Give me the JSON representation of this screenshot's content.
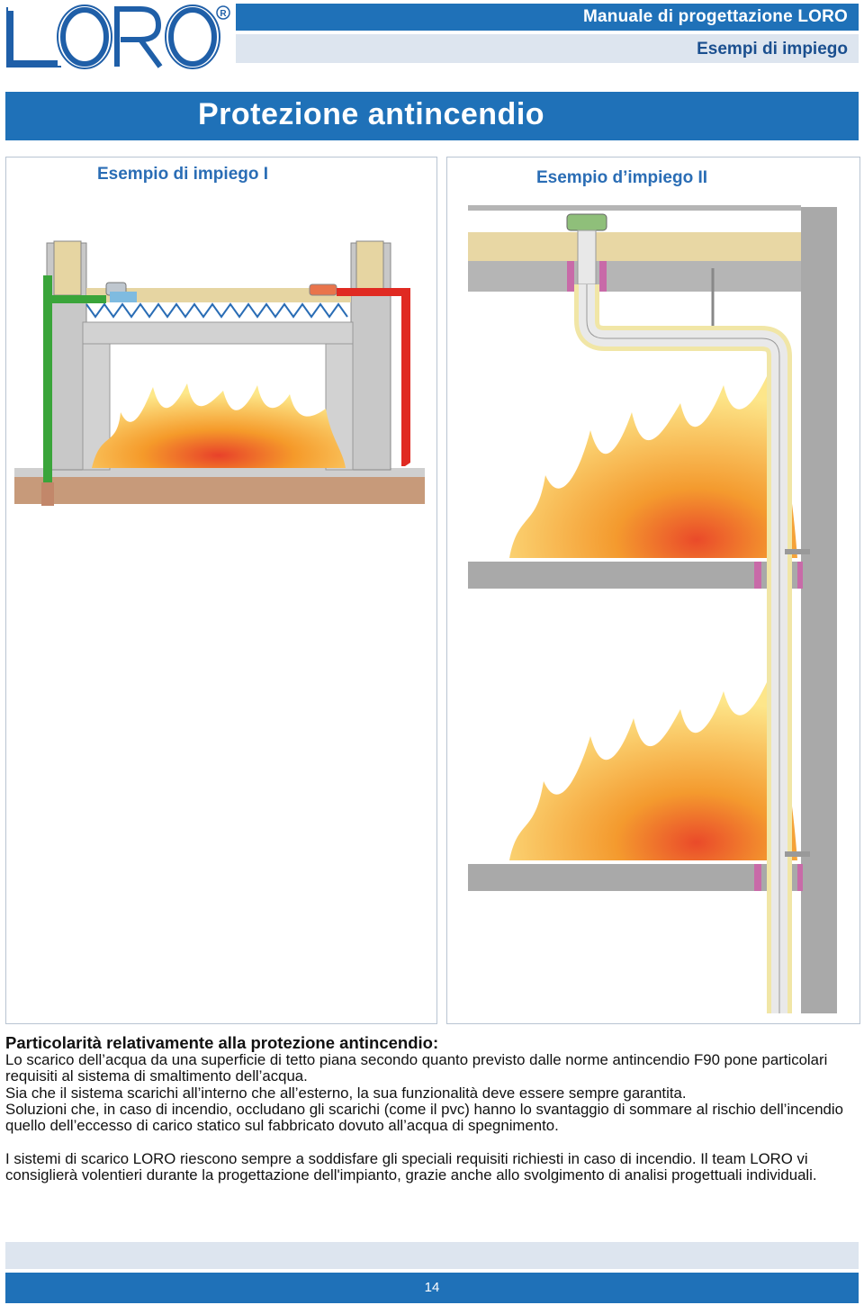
{
  "header": {
    "logo_text": "LORO",
    "registered_mark": "R",
    "manual_title": "Manuale di progettazione LORO",
    "section": "Esempi di impiego"
  },
  "page_title": "Protezione antincendio",
  "panels": [
    {
      "caption": "Esempio di impiego I"
    },
    {
      "caption": "Esempio d’impiego II"
    }
  ],
  "body": {
    "heading": "Particolarità relativamente alla protezione antincendio:",
    "paragraphs": [
      "Lo scarico dell’acqua da una superficie di tetto piana secondo quanto previsto dalle norme antincendio F90 pone particolari requisiti al sistema di smaltimento dell’acqua.",
      "Sia che il sistema scarichi all’interno che all’esterno, la sua funzionalità deve essere sempre garantita.",
      "Soluzioni che, in caso di incendio, occludano gli scarichi (come il pvc) hanno lo svantaggio di sommare al rischio dell’incendio quello dell’eccesso di carico statico sul fabbricato dovuto all’acqua di spegnimento.",
      "I sistemi di scarico LORO riescono sempre a soddisfare gli speciali requisiti richiesti in caso di incendio. Il team LORO vi consiglierà volentieri durante la progettazione dell'impianto, grazie anche allo svolgimento di analisi progettuali individuali."
    ]
  },
  "footer": {
    "page_number": "14"
  },
  "colors": {
    "brand_blue": "#1f71b8",
    "light_band": "#dde5ef",
    "pipe_green": "#3aa53a",
    "pipe_red": "#e02a22",
    "flame_orange": "#f08a1e",
    "flame_yellow": "#fde36a",
    "wall_gray": "#a9a9a9"
  }
}
